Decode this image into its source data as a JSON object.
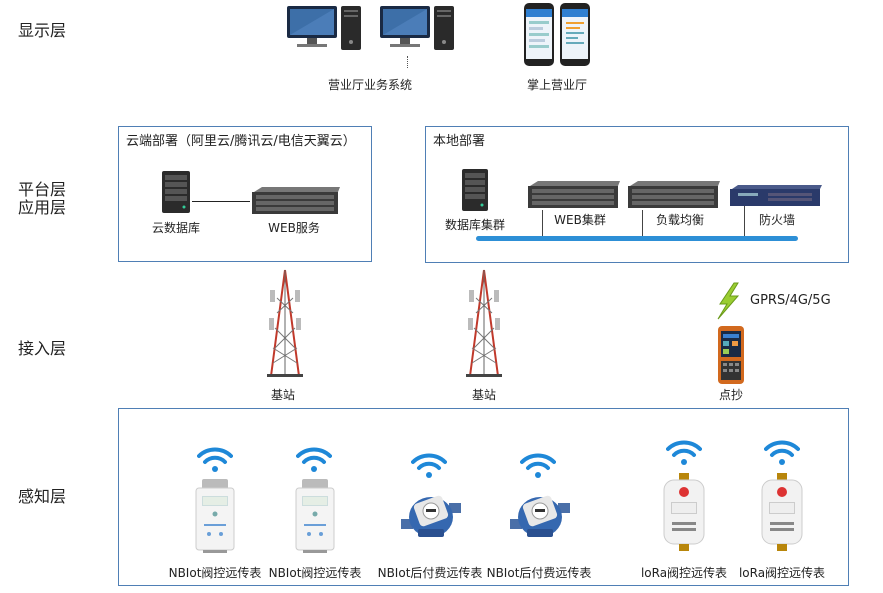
{
  "layers": {
    "display": "显示层",
    "platform": "平台层",
    "application": "应用层",
    "access": "接入层",
    "perception": "感知层"
  },
  "display": {
    "business_system": "营业厅业务系统",
    "mobile_hall": "掌上营业厅"
  },
  "cloud": {
    "title": "云端部署（阿里云/腾讯云/电信天翼云）",
    "database": "云数据库",
    "web": "WEB服务"
  },
  "local": {
    "title": "本地部署",
    "db_cluster": "数据库集群",
    "web_cluster": "WEB集群",
    "load_balance": "负载均衡",
    "firewall": "防火墙"
  },
  "access": {
    "base_station_1": "基站",
    "base_station_2": "基站",
    "network": "GPRS/4G/5G",
    "handheld": "点抄"
  },
  "meters": [
    {
      "label": "NBIot阀控远传表"
    },
    {
      "label": "NBIot阀控远传表"
    },
    {
      "label": "NBIot后付费远传表"
    },
    {
      "label": "NBIot后付费远传表"
    },
    {
      "label": "loRa阀控远传表"
    },
    {
      "label": "loRa阀控远传表"
    }
  ],
  "colors": {
    "box_border": "#4f7fb5",
    "bus": "#2d8fd6",
    "wifi": "#1e88d8",
    "tower": "#c0392b",
    "lightning": "#9acd32"
  }
}
